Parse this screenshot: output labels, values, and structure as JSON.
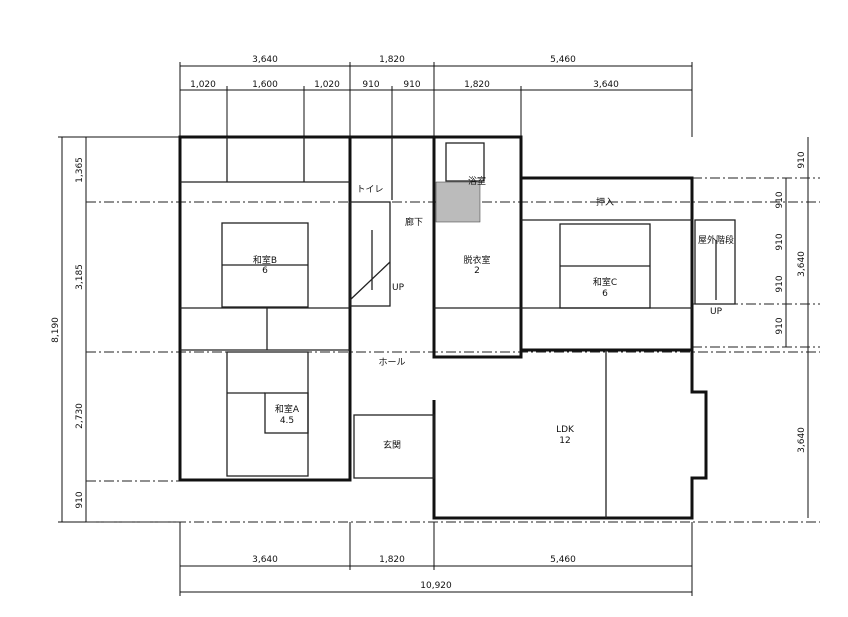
{
  "dimensions": {
    "top_overall": [
      "3,640",
      "1,820",
      "5,460"
    ],
    "top_detail": [
      "1,020",
      "1,600",
      "1,020",
      "910",
      "910",
      "1,820",
      "3,640"
    ],
    "left": [
      "1,365",
      "3,185",
      "2,730",
      "910"
    ],
    "left_total": "8,190",
    "right": [
      "910",
      "910",
      "910",
      "910",
      "910"
    ],
    "right_spans": [
      "3,640",
      "3,640"
    ],
    "bottom": [
      "3,640",
      "1,820",
      "5,460"
    ],
    "bottom_total": "10,920"
  },
  "rooms": {
    "washitsu_b": {
      "name": "和室B",
      "size": "6"
    },
    "washitsu_a": {
      "name": "和室A",
      "size": "4.5"
    },
    "washitsu_c": {
      "name": "和室C",
      "size": "6"
    },
    "ldk": {
      "name": "LDK",
      "size": "12"
    },
    "datsuijo": {
      "name": "脱衣室",
      "size": "2"
    },
    "toilet": "トイレ",
    "bath": "浴室",
    "corridor": "廊下",
    "hall": "ホール",
    "entrance": "玄関",
    "closet": "押入",
    "outdoor_stairs": "屋外階段",
    "stairs_up": "UP",
    "outdoor_up": "UP"
  }
}
